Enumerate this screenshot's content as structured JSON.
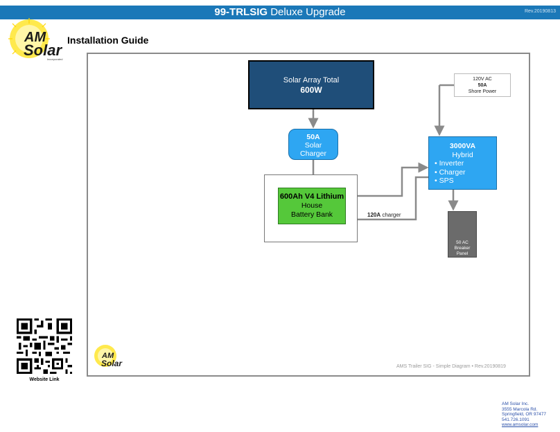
{
  "header": {
    "model": "99-TRLSIG",
    "subtitle": "Deluxe Upgrade",
    "revision": "Rev.20190813"
  },
  "logo": {
    "line1": "AM",
    "line2": "Solar",
    "tagline": "Incorporated"
  },
  "guide_title": "Installation Guide",
  "diagram": {
    "solar_array": {
      "label": "Solar Array Total",
      "value": "600W"
    },
    "charger": {
      "value": "50A",
      "line1": "Solar",
      "line2": "Charger"
    },
    "battery": {
      "value": "600Ah V4 Lithium",
      "line1": "House",
      "line2": "Battery Bank"
    },
    "shore_power": {
      "line1": "120V AC",
      "value": "50A",
      "line2": "Shore Power"
    },
    "inverter": {
      "value": "3000VA",
      "line1": "Hybrid",
      "items": [
        "Inverter",
        "Charger",
        "SPS"
      ]
    },
    "breaker_panel": {
      "line1": "50 AC",
      "line2": "Breaker",
      "line3": "Panel"
    },
    "charger_connection": {
      "value": "120A",
      "unit": "charger"
    },
    "footer_note": "AMS Trailer SIG - Simple Diagram • Rev.20190819"
  },
  "qr_label": "Website Link",
  "address": {
    "name": "AM Solar Inc.",
    "street": "3555 Marcola Rd.",
    "city": "Springfield, OR 97477",
    "phone": "541.726.1091",
    "website": "www.amsolar.com"
  },
  "colors": {
    "header_bar": "#1b78b8",
    "solar_array": "#1f4e79",
    "charger_inverter": "#2ea6f2",
    "battery": "#55c83a",
    "breaker_panel": "#6b6b6b",
    "wires": "#8a8a8a"
  }
}
